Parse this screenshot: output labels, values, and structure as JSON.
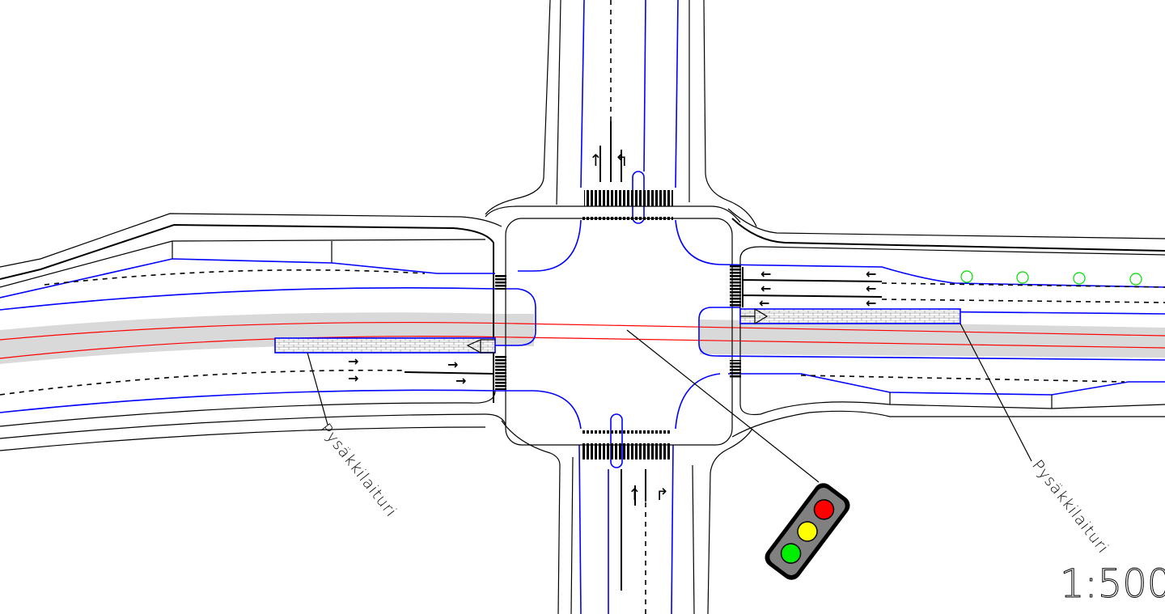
{
  "labels": {
    "stop_platform_left": "Pysäkkilaituri",
    "stop_platform_right": "Pysäkkilaituri",
    "scale": "1:500"
  },
  "icons": [
    "traffic-light-icon",
    "tree-icon",
    "lane-arrow-icon",
    "crosswalk-icon"
  ],
  "colors": {
    "curb": "#000000",
    "lane_edge": "#0000ff",
    "tram_track": "#ff0000",
    "tram_corridor": "#d9d9d9",
    "tree": "#00cc00",
    "light_red": "#ff0000",
    "light_yellow": "#ffff00",
    "light_green": "#00ee00"
  }
}
